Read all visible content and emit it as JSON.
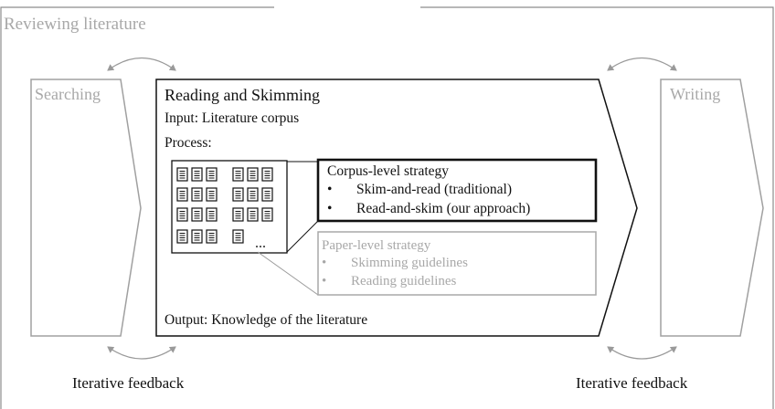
{
  "frame": {
    "title": "Reviewing literature"
  },
  "stages": {
    "searching": "Searching",
    "reading": {
      "title": "Reading and Skimming",
      "input": "Input: Literature corpus",
      "process": "Process:",
      "output": "Output: Knowledge of the literature"
    },
    "writing": "Writing"
  },
  "corpus_strategy": {
    "title": "Corpus-level strategy",
    "items": [
      "Skim-and-read (traditional)",
      "Read-and-skim (our approach)"
    ]
  },
  "paper_strategy": {
    "title": "Paper-level strategy",
    "items": [
      "Skimming guidelines",
      "Reading guidelines"
    ]
  },
  "corpus_grid": {
    "more": "...",
    "icon": "document-icon",
    "shown_rows": [
      6,
      6,
      6,
      4
    ]
  },
  "feedback": {
    "left": "Iterative feedback",
    "right": "Iterative feedback"
  },
  "colors": {
    "active": "#111111",
    "inactive": "#a8a8a8",
    "frame": "#8c8c8c"
  }
}
